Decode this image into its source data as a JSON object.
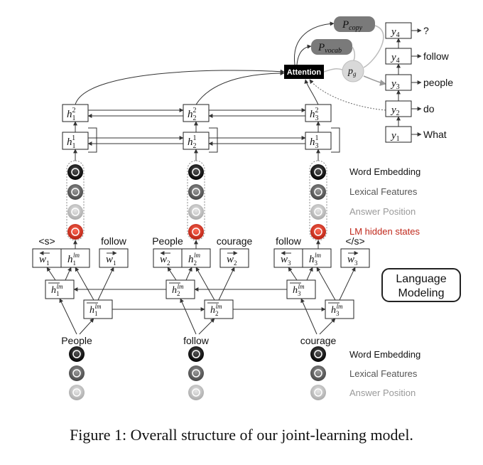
{
  "top_words": [
    "<s>",
    "follow",
    "People",
    "courage",
    "follow",
    "</s>"
  ],
  "input_words": [
    "People",
    "follow",
    "courage"
  ],
  "decoder": {
    "outputs": [
      "?",
      "follow",
      "people",
      "do",
      "What"
    ],
    "y_labels": [
      "y4",
      "y4",
      "y3",
      "y2",
      "y1"
    ]
  },
  "attention_label": "Attention",
  "p_copy": "P_copy",
  "p_vocab": "P_vocab",
  "p_g": "p_g",
  "legend_upper": [
    {
      "label": "Word Embedding",
      "color": "#111111"
    },
    {
      "label": "Lexical Features",
      "color": "#555555"
    },
    {
      "label": "Answer Position",
      "color": "#9a9a9a"
    },
    {
      "label": "LM hidden states",
      "color": "#c0281b"
    }
  ],
  "legend_lower": [
    {
      "label": "Word Embedding",
      "color": "#111111"
    },
    {
      "label": "Lexical Features",
      "color": "#555555"
    },
    {
      "label": "Answer Position",
      "color": "#9a9a9a"
    }
  ],
  "lm_label_line1": "Language",
  "lm_label_line2": "Modeling",
  "caption": "Figure 1:  Overall structure of our joint-learning model."
}
